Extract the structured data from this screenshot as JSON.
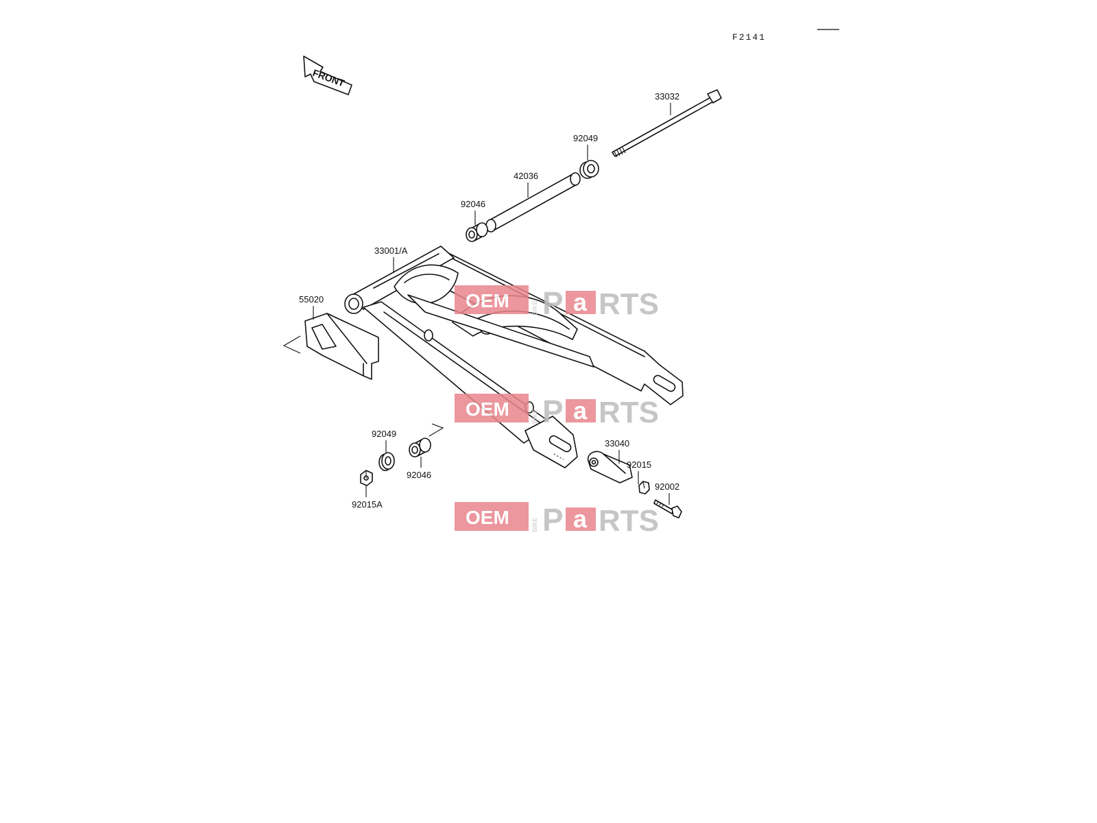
{
  "diagram": {
    "code": "F2141",
    "front_label": "FRONT",
    "callouts": [
      {
        "id": "bolt-33032",
        "text": "33032"
      },
      {
        "id": "seal-92049-top",
        "text": "92049"
      },
      {
        "id": "sleeve-42036",
        "text": "42036"
      },
      {
        "id": "bearing-92046-top",
        "text": "92046"
      },
      {
        "id": "swingarm-33001a",
        "text": "33001/A"
      },
      {
        "id": "chain-guide-55020",
        "text": "55020"
      },
      {
        "id": "seal-92049-bottom",
        "text": "92049"
      },
      {
        "id": "bearing-92046-bottom",
        "text": "92046"
      },
      {
        "id": "nut-92015a",
        "text": "92015A"
      },
      {
        "id": "adjuster-33040",
        "text": "33040"
      },
      {
        "id": "nut-92015",
        "text": "92015"
      },
      {
        "id": "bolt-92002",
        "text": "92002"
      }
    ]
  },
  "watermark": {
    "oem": "OEM",
    "bike": "BIKE",
    "p": "P",
    "a": "a",
    "rts": "RTS",
    "colors": {
      "box": "#e8868c",
      "text": "#bdbdbd"
    }
  }
}
